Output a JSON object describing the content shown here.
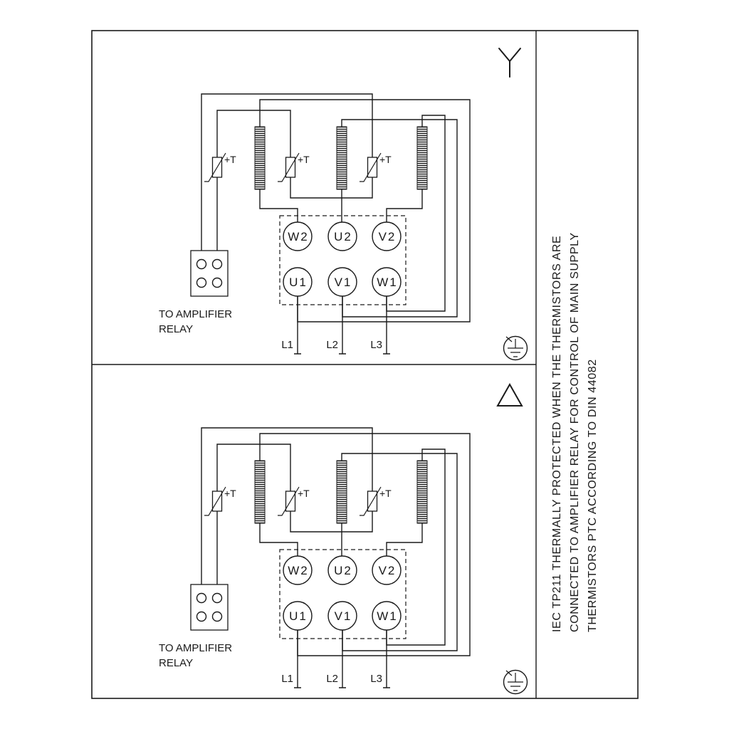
{
  "colors": {
    "line": "#1a1a1a",
    "background": "#ffffff"
  },
  "panels": [
    {
      "connection": "star",
      "thermistor_label": "+T",
      "terminals_top": [
        "W2",
        "U2",
        "V2"
      ],
      "terminals_bottom": [
        "U1",
        "V1",
        "W1"
      ],
      "supply_labels": [
        "L1",
        "L2",
        "L3"
      ],
      "relay_label_1": "TO AMPLIFIER",
      "relay_label_2": "RELAY"
    },
    {
      "connection": "delta",
      "thermistor_label": "+T",
      "terminals_top": [
        "W2",
        "U2",
        "V2"
      ],
      "terminals_bottom": [
        "U1",
        "V1",
        "W1"
      ],
      "supply_labels": [
        "L1",
        "L2",
        "L3"
      ],
      "relay_label_1": "TO AMPLIFIER",
      "relay_label_2": "RELAY"
    }
  ],
  "side_note": {
    "lines": [
      "IEC TP211 THERMALLY PROTECTED WHEN THE THERMISTORS ARE",
      "CONNECTED TO AMPLIFIER RELAY FOR CONTROL OF MAIN SUPPLY",
      "THERMISTORS PTC ACCORDING TO DIN 44082"
    ]
  }
}
